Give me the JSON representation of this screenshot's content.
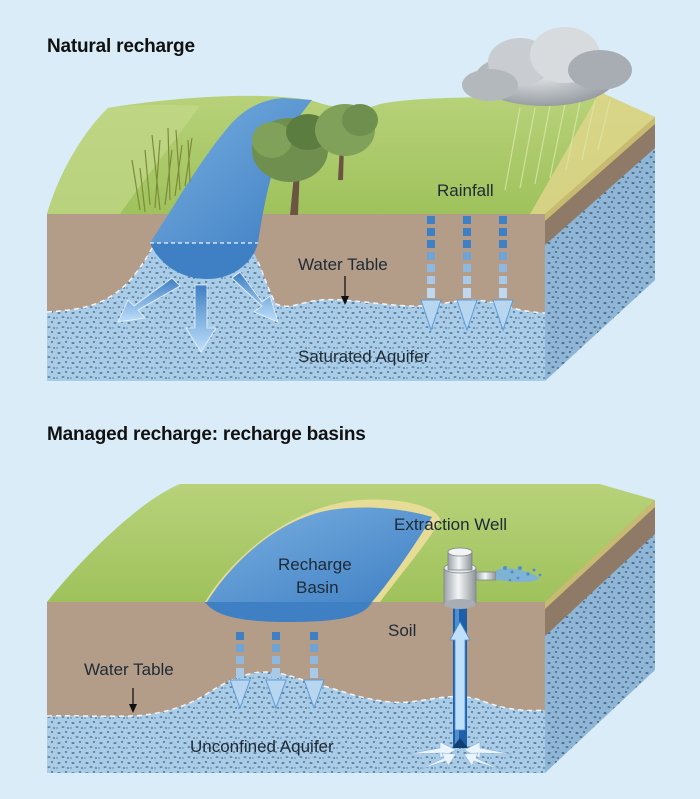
{
  "panels": {
    "natural": {
      "title": "Natural recharge",
      "labels": {
        "rainfall": "Rainfall",
        "water_table": "Water Table",
        "aquifer": "Saturated Aquifer"
      }
    },
    "managed": {
      "title": "Managed recharge: recharge basins",
      "labels": {
        "basin_line1": "Recharge",
        "basin_line2": "Basin",
        "well": "Extraction Well",
        "soil": "Soil",
        "water_table": "Water Table",
        "aquifer": "Unconfined Aquifer"
      }
    }
  },
  "colors": {
    "background": "#d9ecf7",
    "grass": "#a9c96a",
    "grass_edge": "#e7dc8f",
    "soil": "#b59f8a",
    "aquifer": "#a9cde8",
    "water": "#4f8fd0",
    "arrow": "#5d9bd8"
  }
}
